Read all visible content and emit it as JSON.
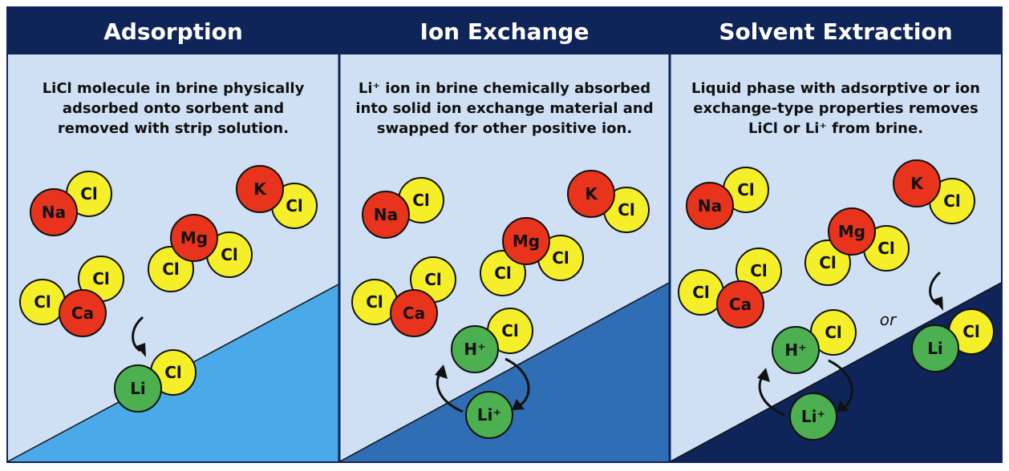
{
  "colors": {
    "header_bg": "#0f2459",
    "panel_bg": "#cfe0f5",
    "border": "#0f2459",
    "sodium_potassium_magnesium_calcium": "#e8341c",
    "chlorine": "#f5ef2a",
    "lithium_hydrogen": "#4caf50",
    "sorbent_adsorption": "#4aa9e8",
    "sorbent_ion_exchange": "#2f6db5",
    "sorbent_solvent_extraction": "#0f2459"
  },
  "panels": [
    {
      "title": "Adsorption",
      "description": [
        "LiCl molecule in brine physically",
        "adsorbed onto sorbent and",
        "removed with strip solution."
      ],
      "atoms": [
        "Na",
        "Cl",
        "K",
        "Cl",
        "Mg",
        "Cl",
        "Cl",
        "Cl",
        "Cl",
        "Ca",
        "Li",
        "Cl"
      ]
    },
    {
      "title": "Ion Exchange",
      "description": [
        "Li⁺ ion in brine chemically absorbed",
        "into solid ion exchange material and",
        "swapped for other positive ion."
      ],
      "atoms": [
        "Na",
        "Cl",
        "K",
        "Cl",
        "Mg",
        "Cl",
        "Cl",
        "Cl",
        "Cl",
        "Ca",
        "H⁺",
        "Cl",
        "Li⁺"
      ]
    },
    {
      "title": "Solvent Extraction",
      "description": [
        "Liquid phase with adsorptive or ion",
        "exchange-type properties removes",
        "LiCl or Li⁺ from brine."
      ],
      "atoms": [
        "Na",
        "Cl",
        "K",
        "Cl",
        "Mg",
        "Cl",
        "Cl",
        "Cl",
        "Cl",
        "Ca",
        "H⁺",
        "Cl",
        "Li⁺",
        "Li",
        "Cl"
      ],
      "or_label": "or"
    }
  ]
}
